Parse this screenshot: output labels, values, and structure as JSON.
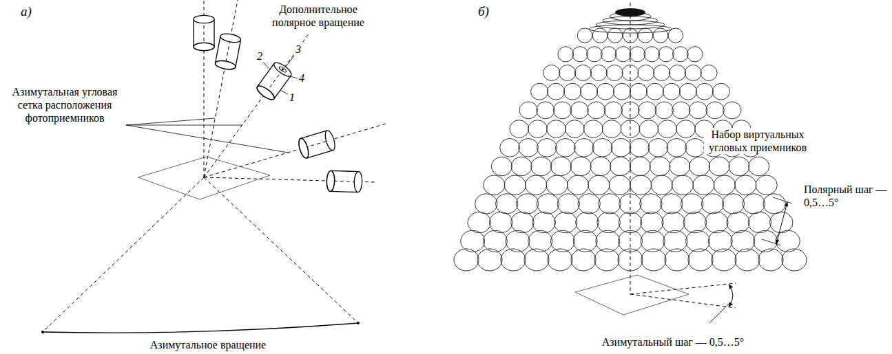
{
  "diagram": {
    "labels": [
      "а)",
      "Дополнительное полярное вращение",
      "2",
      "3",
      "4",
      "1",
      "Азимутальная угловая сетка расположения фотоприемников",
      "Азимутальное вращение",
      "б)",
      "Набор виртуальных угловых приемников",
      "Полярный шаг — 0,5…5°",
      "Азимутальный шаг — 0,5…5°"
    ]
  }
}
